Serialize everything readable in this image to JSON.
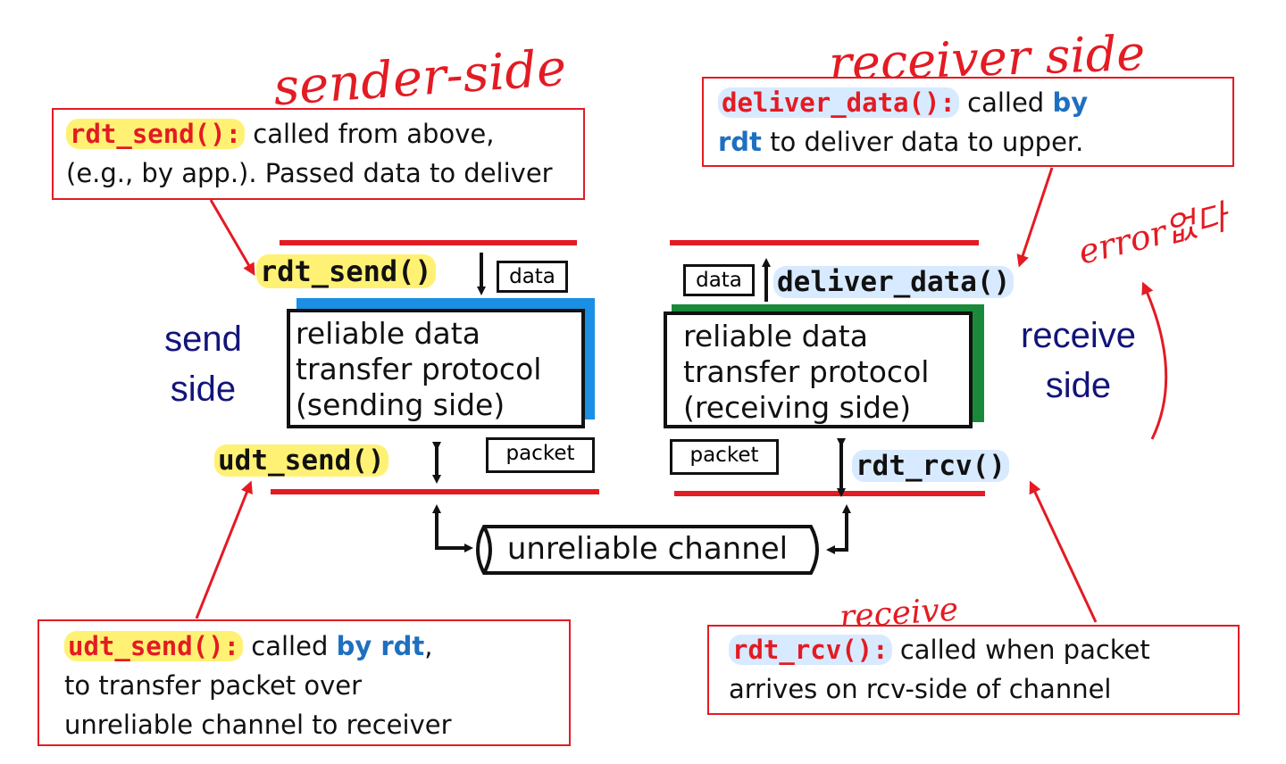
{
  "handwritten": {
    "sender_side": "sender-side",
    "receiver_side": "receiver side",
    "error_note": "error없다",
    "receive_note": "receive"
  },
  "callouts": {
    "rdt_send": {
      "fn": "rdt_send():",
      "line1": "called from above,",
      "line2a": "(e.g., by app.).",
      "line2b": "Passed data to deliver"
    },
    "deliver_data": {
      "fn": "deliver_data():",
      "line1": "called",
      "by": "by",
      "rdt": "rdt",
      "line2": "to deliver data to upper."
    },
    "udt_send": {
      "fn": "udt_send():",
      "line1": "called",
      "by_rdt": "by rdt",
      "comma": ",",
      "line2": "to transfer packet over",
      "line3": "unreliable channel to receiver"
    },
    "rdt_rcv": {
      "fn": "rdt_rcv():",
      "line1": "called when packet",
      "line2": "arrives on rcv-side of channel"
    }
  },
  "diagram": {
    "sender": {
      "api_top": "rdt_send()",
      "api_bottom": "udt_send()",
      "data_label": "data",
      "packet_label": "packet",
      "protocol": [
        "reliable data",
        "transfer protocol",
        "(sending side)"
      ],
      "side_label": [
        "send",
        "side"
      ]
    },
    "receiver": {
      "api_top": "deliver_data()",
      "api_bottom": "rdt_rcv()",
      "data_label": "data",
      "packet_label": "packet",
      "protocol": [
        "reliable data",
        "transfer protocol",
        "(receiving side)"
      ],
      "side_label": [
        "receive",
        "side"
      ]
    },
    "channel": "unreliable channel"
  },
  "colors": {
    "callout_border": "#e31b23",
    "function_red": "#e31b23",
    "keyword_blue": "#1f6fc0",
    "side_label": "#12147a",
    "sender_shadow": "#1a8fe3",
    "receiver_shadow": "#1a8a3a",
    "highlight_yellow": "#ffec46",
    "highlight_blue": "#c8e1ff"
  }
}
